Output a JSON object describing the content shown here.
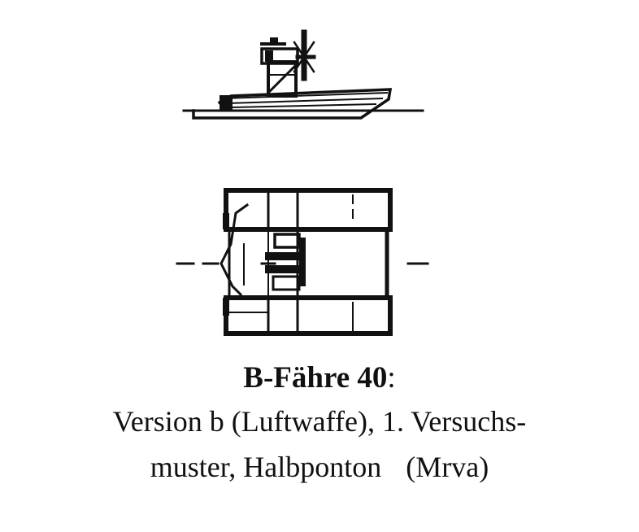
{
  "caption": {
    "title": "B-Fähre 40",
    "title_colon": ":",
    "line2": "Version b (Luftwaffe), 1. Versuchs-",
    "line3_main": "muster, Halbponton",
    "line3_source": "(Mrva)"
  }
}
